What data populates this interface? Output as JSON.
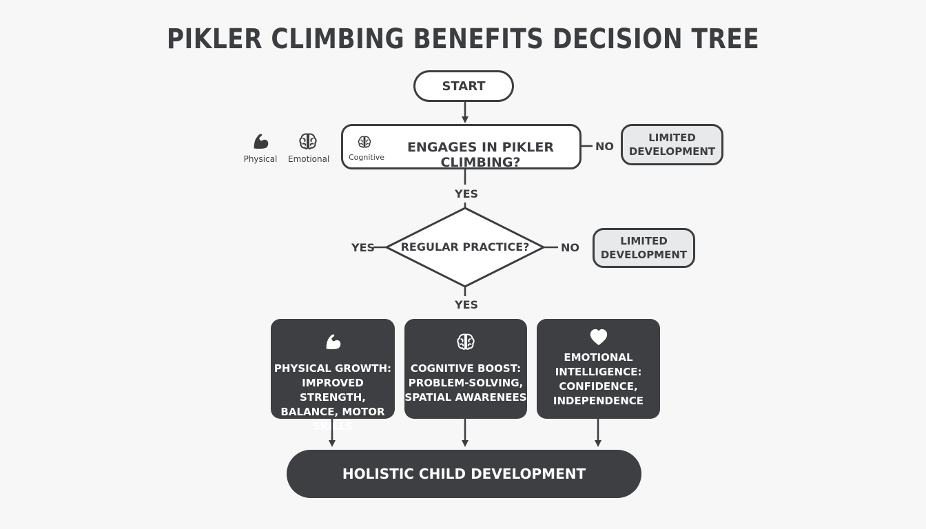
{
  "title": "PIKLER CLIMBING BENEFITS DECISION TREE",
  "start": "START",
  "question1": "ENGAGES IN PIKLER CLIMBING?",
  "question1_icon_label": "Cognitive",
  "side_icons": [
    {
      "label": "Physical",
      "icon": "flexed-arm-icon"
    },
    {
      "label": "Emotional",
      "icon": "brain-icon"
    }
  ],
  "no_label": "NO",
  "yes_label": "YES",
  "limited_1": [
    "LIMITED",
    "DEVELOPMENT"
  ],
  "limited_2": [
    "LIMITED",
    "DEVELOPMENT"
  ],
  "question2": "REGULAR PRACTICE?",
  "benefits": [
    {
      "icon": "flexed-arm-icon",
      "lines": [
        "PHYSICAL GROWTH:",
        "IMPROVED STRENGTH,",
        "BALANCE, MOTOR SKILLS"
      ]
    },
    {
      "icon": "brain-icon",
      "lines": [
        "COGNITIVE BOOST:",
        "PROBLEM-SOLVING,",
        "SPATIAL AWARENEES"
      ]
    },
    {
      "icon": "heart-icon",
      "lines": [
        "EMOTIONAL",
        "INTELLIGENCE:",
        "CONFIDENCE,",
        "INDEPENDENCE"
      ]
    }
  ],
  "outcome": "HOLISTIC CHILD DEVELOPMENT",
  "colors": {
    "dark": "#3d3f42",
    "outline": "#3b3d40",
    "background": "#f7f7f7",
    "light_fill": "#e8e9ea"
  }
}
